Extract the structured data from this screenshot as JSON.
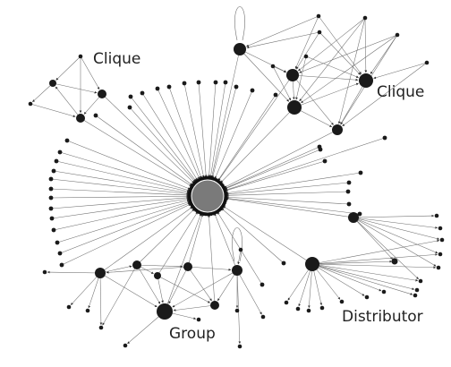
{
  "labels": {
    "clique_left": "Clique",
    "clique_right": "Clique",
    "group": "Group",
    "distributor": "Distributor"
  },
  "colors": {
    "hub_fill": "#7a7a7a",
    "node_fill": "#1a1a1a",
    "edge": "#6e6e6e",
    "label": "#222222"
  }
}
